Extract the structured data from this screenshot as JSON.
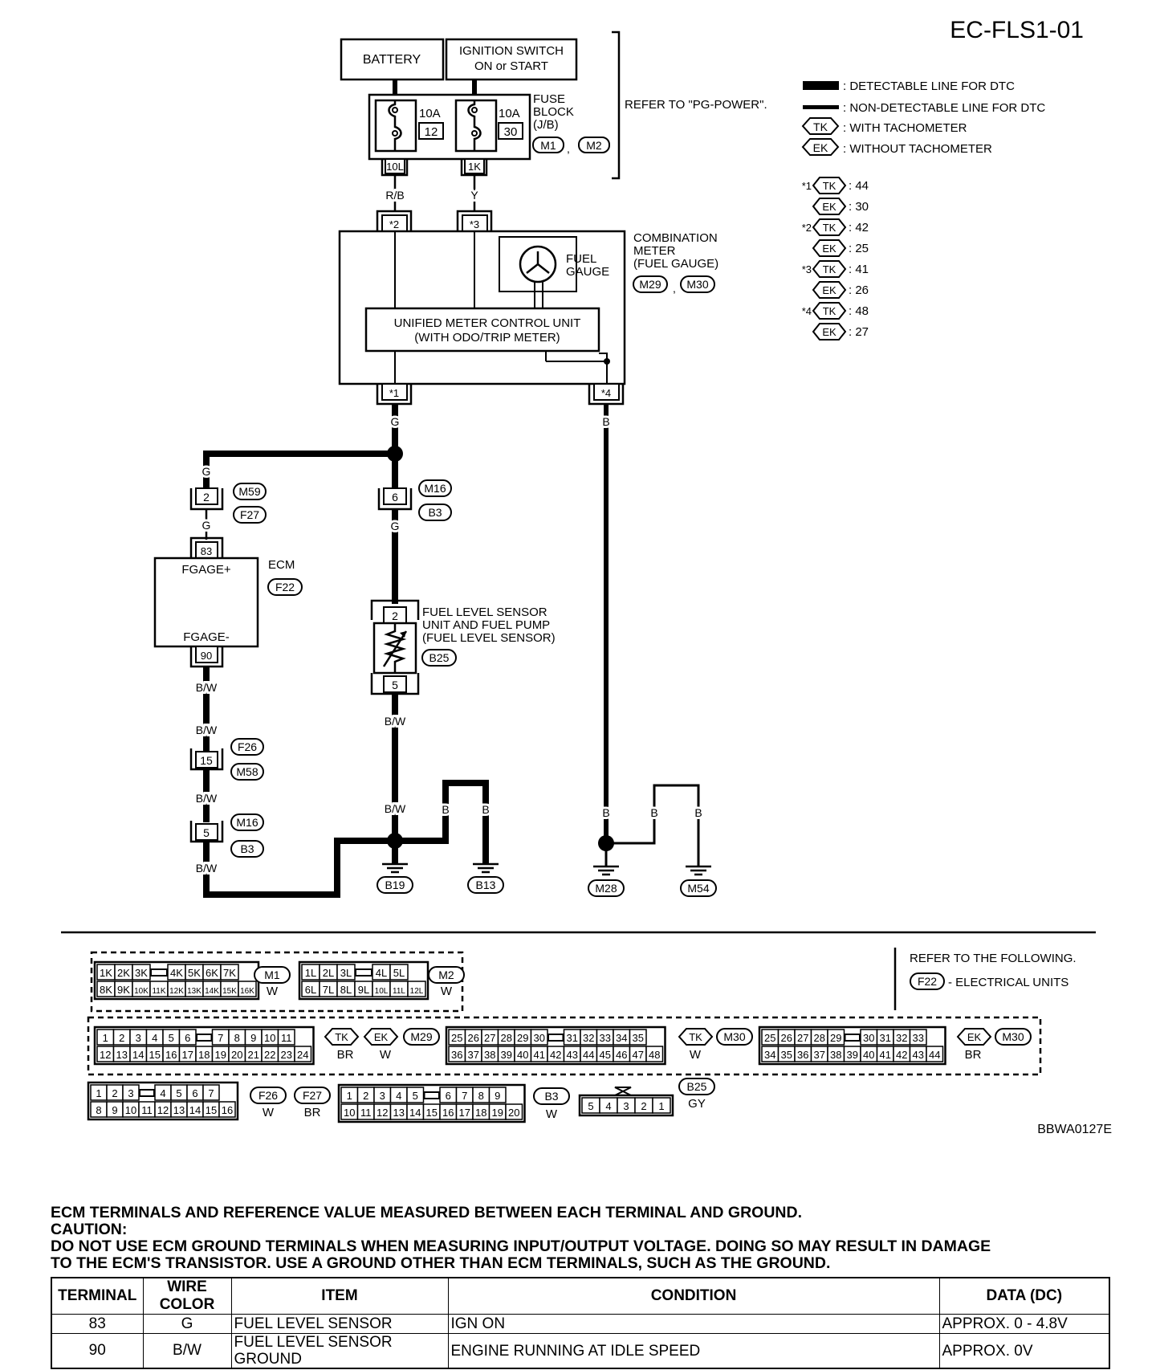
{
  "page_id": "EC-FLS1-01",
  "figure_code": "BBWA0127E",
  "boxes": {
    "battery": "BATTERY",
    "ignition_line1": "IGNITION SWITCH",
    "ignition_line2": "ON or START",
    "umcu_line1": "UNIFIED METER CONTROL UNIT",
    "umcu_line2": "(WITH ODO/TRIP METER)"
  },
  "fuse_block": {
    "label_lines": [
      "FUSE",
      "BLOCK",
      "(J/B)"
    ],
    "fuse1_amp": "10A",
    "fuse1_num": "12",
    "fuse1_term": "10L",
    "fuse2_amp": "10A",
    "fuse2_num": "30",
    "fuse2_term": "1K",
    "conn1": "M1",
    "conn2": "M2",
    "refer": "REFER TO \"PG-POWER\"."
  },
  "legend": {
    "detectable": ": DETECTABLE LINE FOR DTC",
    "non_detectable": ": NON-DETECTABLE LINE FOR DTC",
    "tk_label": "TK",
    "tk_text": ": WITH TACHOMETER",
    "ek_label": "EK",
    "ek_text": ": WITHOUT TACHOMETER",
    "star_map": [
      {
        "mark": "*1",
        "tk": ": 44",
        "ek": ": 30"
      },
      {
        "mark": "*2",
        "tk": ": 42",
        "ek": ": 25"
      },
      {
        "mark": "*3",
        "tk": ": 41",
        "ek": ": 26"
      },
      {
        "mark": "*4",
        "tk": ": 48",
        "ek": ": 27"
      }
    ]
  },
  "combination_meter": {
    "label_lines": [
      "COMBINATION",
      "METER",
      "(FUEL GAUGE)"
    ],
    "conn1": "M29",
    "conn2": "M30",
    "gauge_lines": [
      "FUEL",
      "GAUGE"
    ],
    "term_top_left": "*2",
    "term_top_right": "*3",
    "term_bot_left": "*1",
    "term_bot_right": "*4"
  },
  "wires": {
    "rb": "R/B",
    "y": "Y",
    "g": "G",
    "bw": "B/W",
    "b": "B"
  },
  "connectors": {
    "m59_term": "2",
    "m59": "M59",
    "f27": "F27",
    "m16_term": "6",
    "m16": "M16",
    "b3": "B3",
    "f26_term": "15",
    "f26": "F26",
    "m58": "M58",
    "m16b_term": "5",
    "m16b": "M16",
    "b3b": "B3"
  },
  "ecm": {
    "label": "ECM",
    "conn": "F22",
    "term_top": "83",
    "pin_top": "FGAGE+",
    "term_bot": "90",
    "pin_bot": "FGAGE-"
  },
  "sensor": {
    "label_lines": [
      "FUEL LEVEL SENSOR",
      "UNIT AND FUEL PUMP",
      "(FUEL LEVEL SENSOR)"
    ],
    "conn": "B25",
    "term_top": "2",
    "term_bot": "5"
  },
  "grounds": [
    "B19",
    "B13",
    "M28",
    "M54"
  ],
  "connector_views": {
    "refer_line1": "REFER TO THE FOLLOWING.",
    "refer_conn": "F22",
    "refer_text": "- ELECTRICAL UNITS",
    "m1_top": [
      "1K",
      "2K",
      "3K",
      "",
      "4K",
      "5K",
      "6K",
      "7K"
    ],
    "m1_bot": [
      "8K",
      "9K",
      "10K",
      "11K",
      "12K",
      "13K",
      "14K",
      "15K",
      "16K"
    ],
    "m1": "M1",
    "m1_color": "W",
    "m2_top": [
      "1L",
      "2L",
      "3L",
      "",
      "4L",
      "5L"
    ],
    "m2_bot": [
      "6L",
      "7L",
      "8L",
      "9L",
      "10L",
      "11L",
      "12L"
    ],
    "m2": "M2",
    "m2_color": "W",
    "m29_top": [
      "1",
      "2",
      "3",
      "4",
      "5",
      "6",
      "",
      "7",
      "8",
      "9",
      "10",
      "11"
    ],
    "m29_bot": [
      "12",
      "13",
      "14",
      "15",
      "16",
      "17",
      "18",
      "19",
      "20",
      "21",
      "22",
      "23",
      "24"
    ],
    "m29_tk": "TK",
    "m29_tk_color": "BR",
    "m29_ek": "EK",
    "m29_ek_color": "W",
    "m29": "M29",
    "m30tk_top": [
      "25",
      "26",
      "27",
      "28",
      "29",
      "30",
      "",
      "31",
      "32",
      "33",
      "34",
      "35"
    ],
    "m30tk_bot": [
      "36",
      "37",
      "38",
      "39",
      "40",
      "41",
      "42",
      "43",
      "44",
      "45",
      "46",
      "47",
      "48"
    ],
    "m30tk_tk": "TK",
    "m30tk_color": "W",
    "m30tk": "M30",
    "m30ek_top": [
      "25",
      "26",
      "27",
      "28",
      "29",
      "",
      "30",
      "31",
      "32",
      "33"
    ],
    "m30ek_bot": [
      "34",
      "35",
      "36",
      "37",
      "38",
      "39",
      "40",
      "41",
      "42",
      "43",
      "44"
    ],
    "m30ek_ek": "EK",
    "m30ek_color": "BR",
    "m30ek": "M30",
    "f26_top": [
      "1",
      "2",
      "3",
      "",
      "4",
      "5",
      "6",
      "7"
    ],
    "f26_bot": [
      "8",
      "9",
      "10",
      "11",
      "12",
      "13",
      "14",
      "15",
      "16"
    ],
    "f26": "F26",
    "f26_color": "W",
    "f27": "F27",
    "f27_color": "BR",
    "b3_top": [
      "1",
      "2",
      "3",
      "4",
      "5",
      "",
      "6",
      "7",
      "8",
      "9"
    ],
    "b3_bot": [
      "10",
      "11",
      "12",
      "13",
      "14",
      "15",
      "16",
      "17",
      "18",
      "19",
      "20"
    ],
    "b3": "B3",
    "b3_color": "W",
    "b25_row": [
      "5",
      "4",
      "3",
      "2",
      "1"
    ],
    "b25": "B25",
    "b25_color": "GY"
  },
  "notes": {
    "line1": "ECM TERMINALS AND REFERENCE VALUE MEASURED BETWEEN EACH TERMINAL AND GROUND.",
    "line2": "CAUTION:",
    "line3": "DO NOT USE ECM GROUND TERMINALS WHEN MEASURING INPUT/OUTPUT VOLTAGE. DOING SO MAY RESULT IN DAMAGE",
    "line4": "TO THE ECM'S TRANSISTOR. USE A GROUND OTHER THAN ECM TERMINALS, SUCH AS THE GROUND."
  },
  "table": {
    "headers": [
      "TERMINAL",
      "WIRE COLOR",
      "ITEM",
      "CONDITION",
      "DATA (DC)"
    ],
    "rows": [
      {
        "terminal": "83",
        "color": "G",
        "item1": "FUEL LEVEL SENSOR",
        "item2": "",
        "condition": "IGN ON",
        "data": "APPROX. 0 - 4.8V"
      },
      {
        "terminal": "90",
        "color": "B/W",
        "item1": "FUEL LEVEL SENSOR",
        "item2": "GROUND",
        "condition": "ENGINE RUNNING AT IDLE SPEED",
        "data": "APPROX. 0V"
      }
    ]
  }
}
